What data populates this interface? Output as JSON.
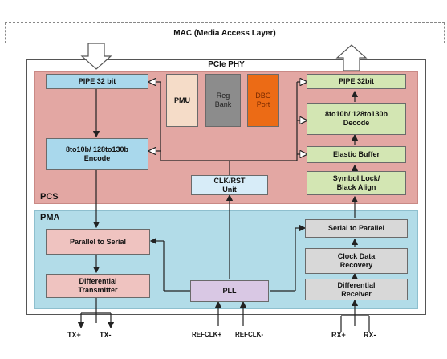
{
  "mac_label": "MAC (Media Access Layer)",
  "phy_label": "PCIe PHY",
  "pcs_label": "PCS",
  "pma_label": "PMA",
  "blocks": {
    "pipe_tx": "PIPE 32 bit",
    "encode": "8to10b/ 128to130b Encode",
    "pmu": "PMU",
    "reg_bank": "Reg Bank",
    "dbg_port": "DBG Port",
    "pipe_rx": "PIPE 32bit",
    "decode": "8to10b/ 128to130b Decode",
    "elastic_buffer": "Elastic Buffer",
    "symbol_lock": "Symbol Lock/ Black Align",
    "clk_rst": "CLK/RST Unit",
    "parallel_to_serial": "Parallel to Serial",
    "diff_transmitter": "Differential Transmitter",
    "pll": "PLL",
    "serial_to_parallel": "Serial to Parallel",
    "clock_data_recovery": "Clock Data Recovery",
    "diff_receiver": "Differential Receiver"
  },
  "pins": {
    "tx_plus": "TX+",
    "tx_minus": "TX-",
    "refclk_plus": "REFCLK+",
    "refclk_minus": "REFCLK-",
    "rx_plus": "RX+",
    "rx_minus": "RX-"
  }
}
